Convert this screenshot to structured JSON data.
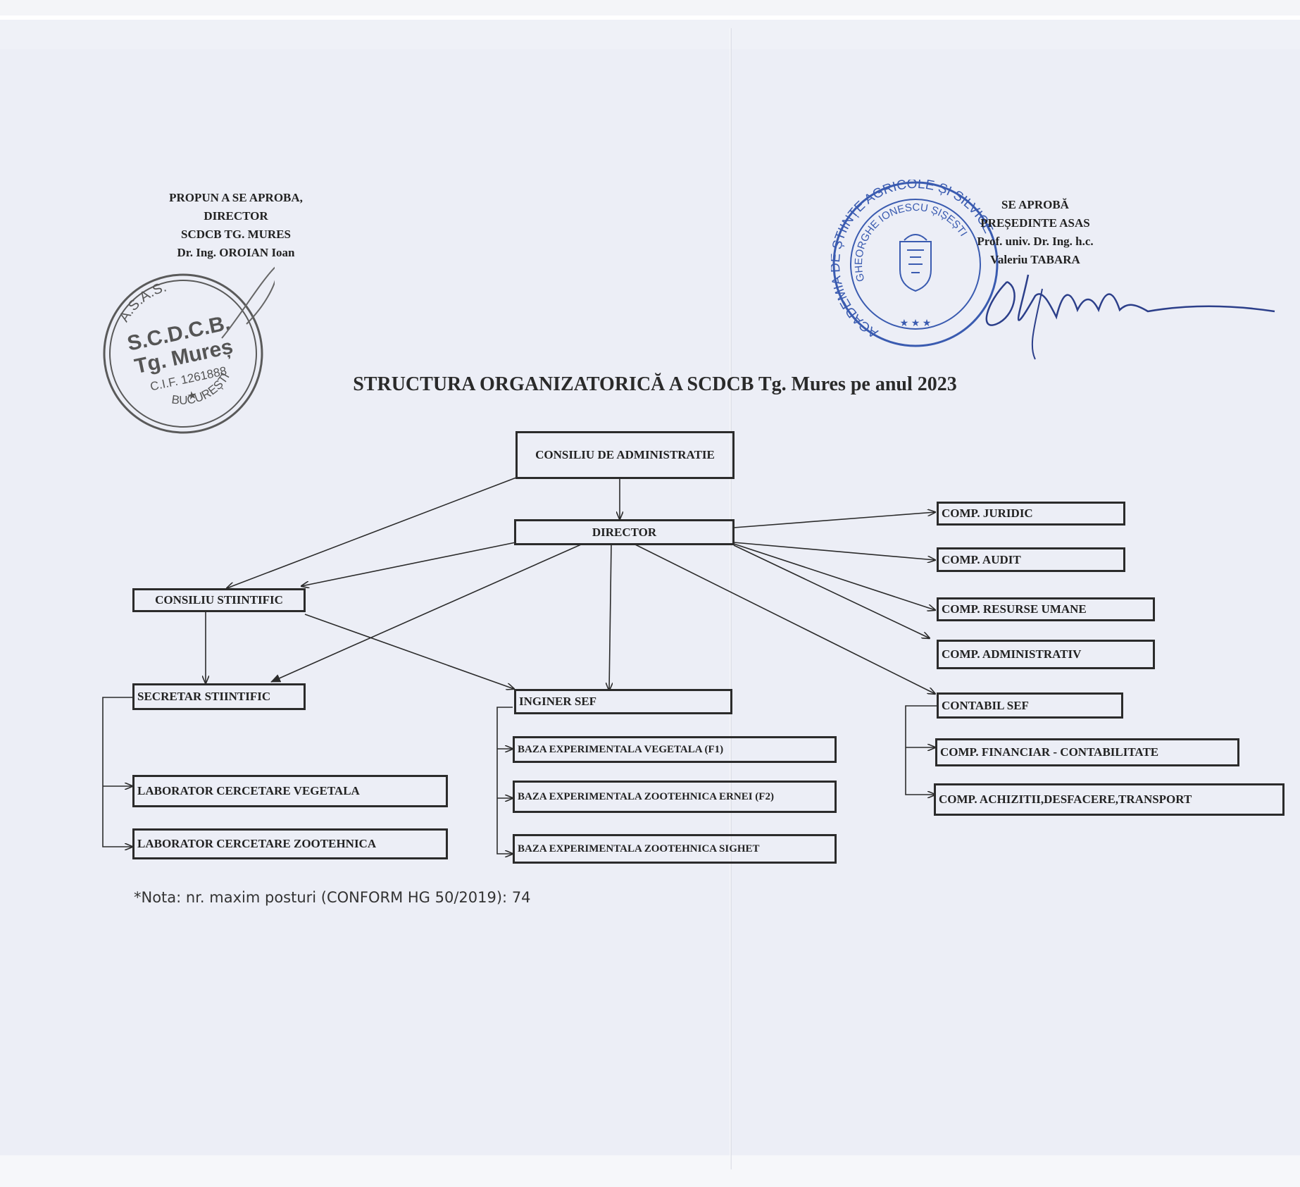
{
  "approval_left": {
    "line1": "PROPUN A SE APROBA,",
    "line2": "DIRECTOR",
    "line3": "SCDCB TG. MURES",
    "line4": "Dr. Ing. OROIAN Ioan"
  },
  "approval_right": {
    "line1": "SE APROBĂ",
    "line2": "PREȘEDINTE ASAS",
    "line3": "Prof. univ. Dr. Ing. h.c.",
    "line4": "Valeriu TABARA"
  },
  "stamp_left": {
    "top": "A.S.A.S.",
    "line1": "S.C.D.C.B.",
    "line2": "Tg. Mureș",
    "line3": "C.I.F. 1261888",
    "bottom": "BUCUREȘTI"
  },
  "stamp_right": {
    "outer": "ACADEMIA DE ȘTIINȚE AGRICOLE ȘI SILVICE",
    "inner": "GHEORGHE IONESCU ȘIȘEȘTI"
  },
  "title": "STRUCTURA ORGANIZATORICĂ A SCDCB Tg. Mures pe anul 2023",
  "nodes": {
    "consiliu_administratie": "CONSILIU DE ADMINISTRATIE",
    "director": "DIRECTOR",
    "consiliu_stiintific": "CONSILIU STIINTIFIC",
    "secretar_stiintific": "SECRETAR STIINTIFIC",
    "lab_vegetala": "LABORATOR CERCETARE VEGETALA",
    "lab_zootehnica": "LABORATOR CERCETARE ZOOTEHNICA",
    "inginer_sef": "INGINER SEF",
    "baza_vegetala": "BAZA EXPERIMENTALA VEGETALA (F1)",
    "baza_ernei": "BAZA EXPERIMENTALA ZOOTEHNICA ERNEI (F2)",
    "baza_sighet": "BAZA EXPERIMENTALA ZOOTEHNICA SIGHET",
    "comp_juridic": "COMP. JURIDIC",
    "comp_audit": "COMP. AUDIT",
    "comp_resurse_umane": "COMP. RESURSE UMANE",
    "comp_administrativ": "COMP. ADMINISTRATIV",
    "contabil_sef": "CONTABIL SEF",
    "comp_financiar": "COMP. FINANCIAR - CONTABILITATE",
    "comp_achizitii": "COMP. ACHIZITII,DESFACERE,TRANSPORT"
  },
  "note": "*Nota: nr. maxim posturi (CONFORM HG 50/2019): 74",
  "colors": {
    "stamp_left": "#555555",
    "stamp_right": "#3a5bb0",
    "signature": "#2c3f8a",
    "lines": "#2b2b2b"
  }
}
